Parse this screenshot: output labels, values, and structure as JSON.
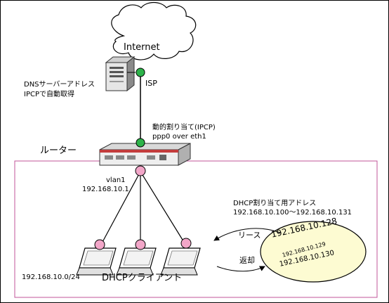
{
  "internet_label": "Internet",
  "isp_label": "ISP",
  "dns_server": {
    "line1": "DNSサーバーアドレス",
    "line2": "IPCPで自動取得"
  },
  "wan_assignment": {
    "line1": "動的割り当て(IPCP)",
    "line2": "ppp0 over eth1"
  },
  "router_label": "ルーター",
  "lan_interface": {
    "name": "vlan1",
    "address": "192.168.10.1"
  },
  "dhcp_pool": {
    "title": "DHCP割り当て用アドレス",
    "range": "192.168.10.100〜192.168.10.131",
    "addresses": [
      "192.168.10.128",
      "192.168.10.129",
      "192.168.10.130"
    ]
  },
  "lease_label": "リース",
  "return_label": "返却",
  "network_label": "192.168.10.0/24",
  "clients_label": "DHCPクライアント",
  "colors": {
    "node_green": "#2db34a",
    "node_pink": "#f2a6c8",
    "lan_border": "#c0559a",
    "pool_fill": "#fdfbd2"
  }
}
